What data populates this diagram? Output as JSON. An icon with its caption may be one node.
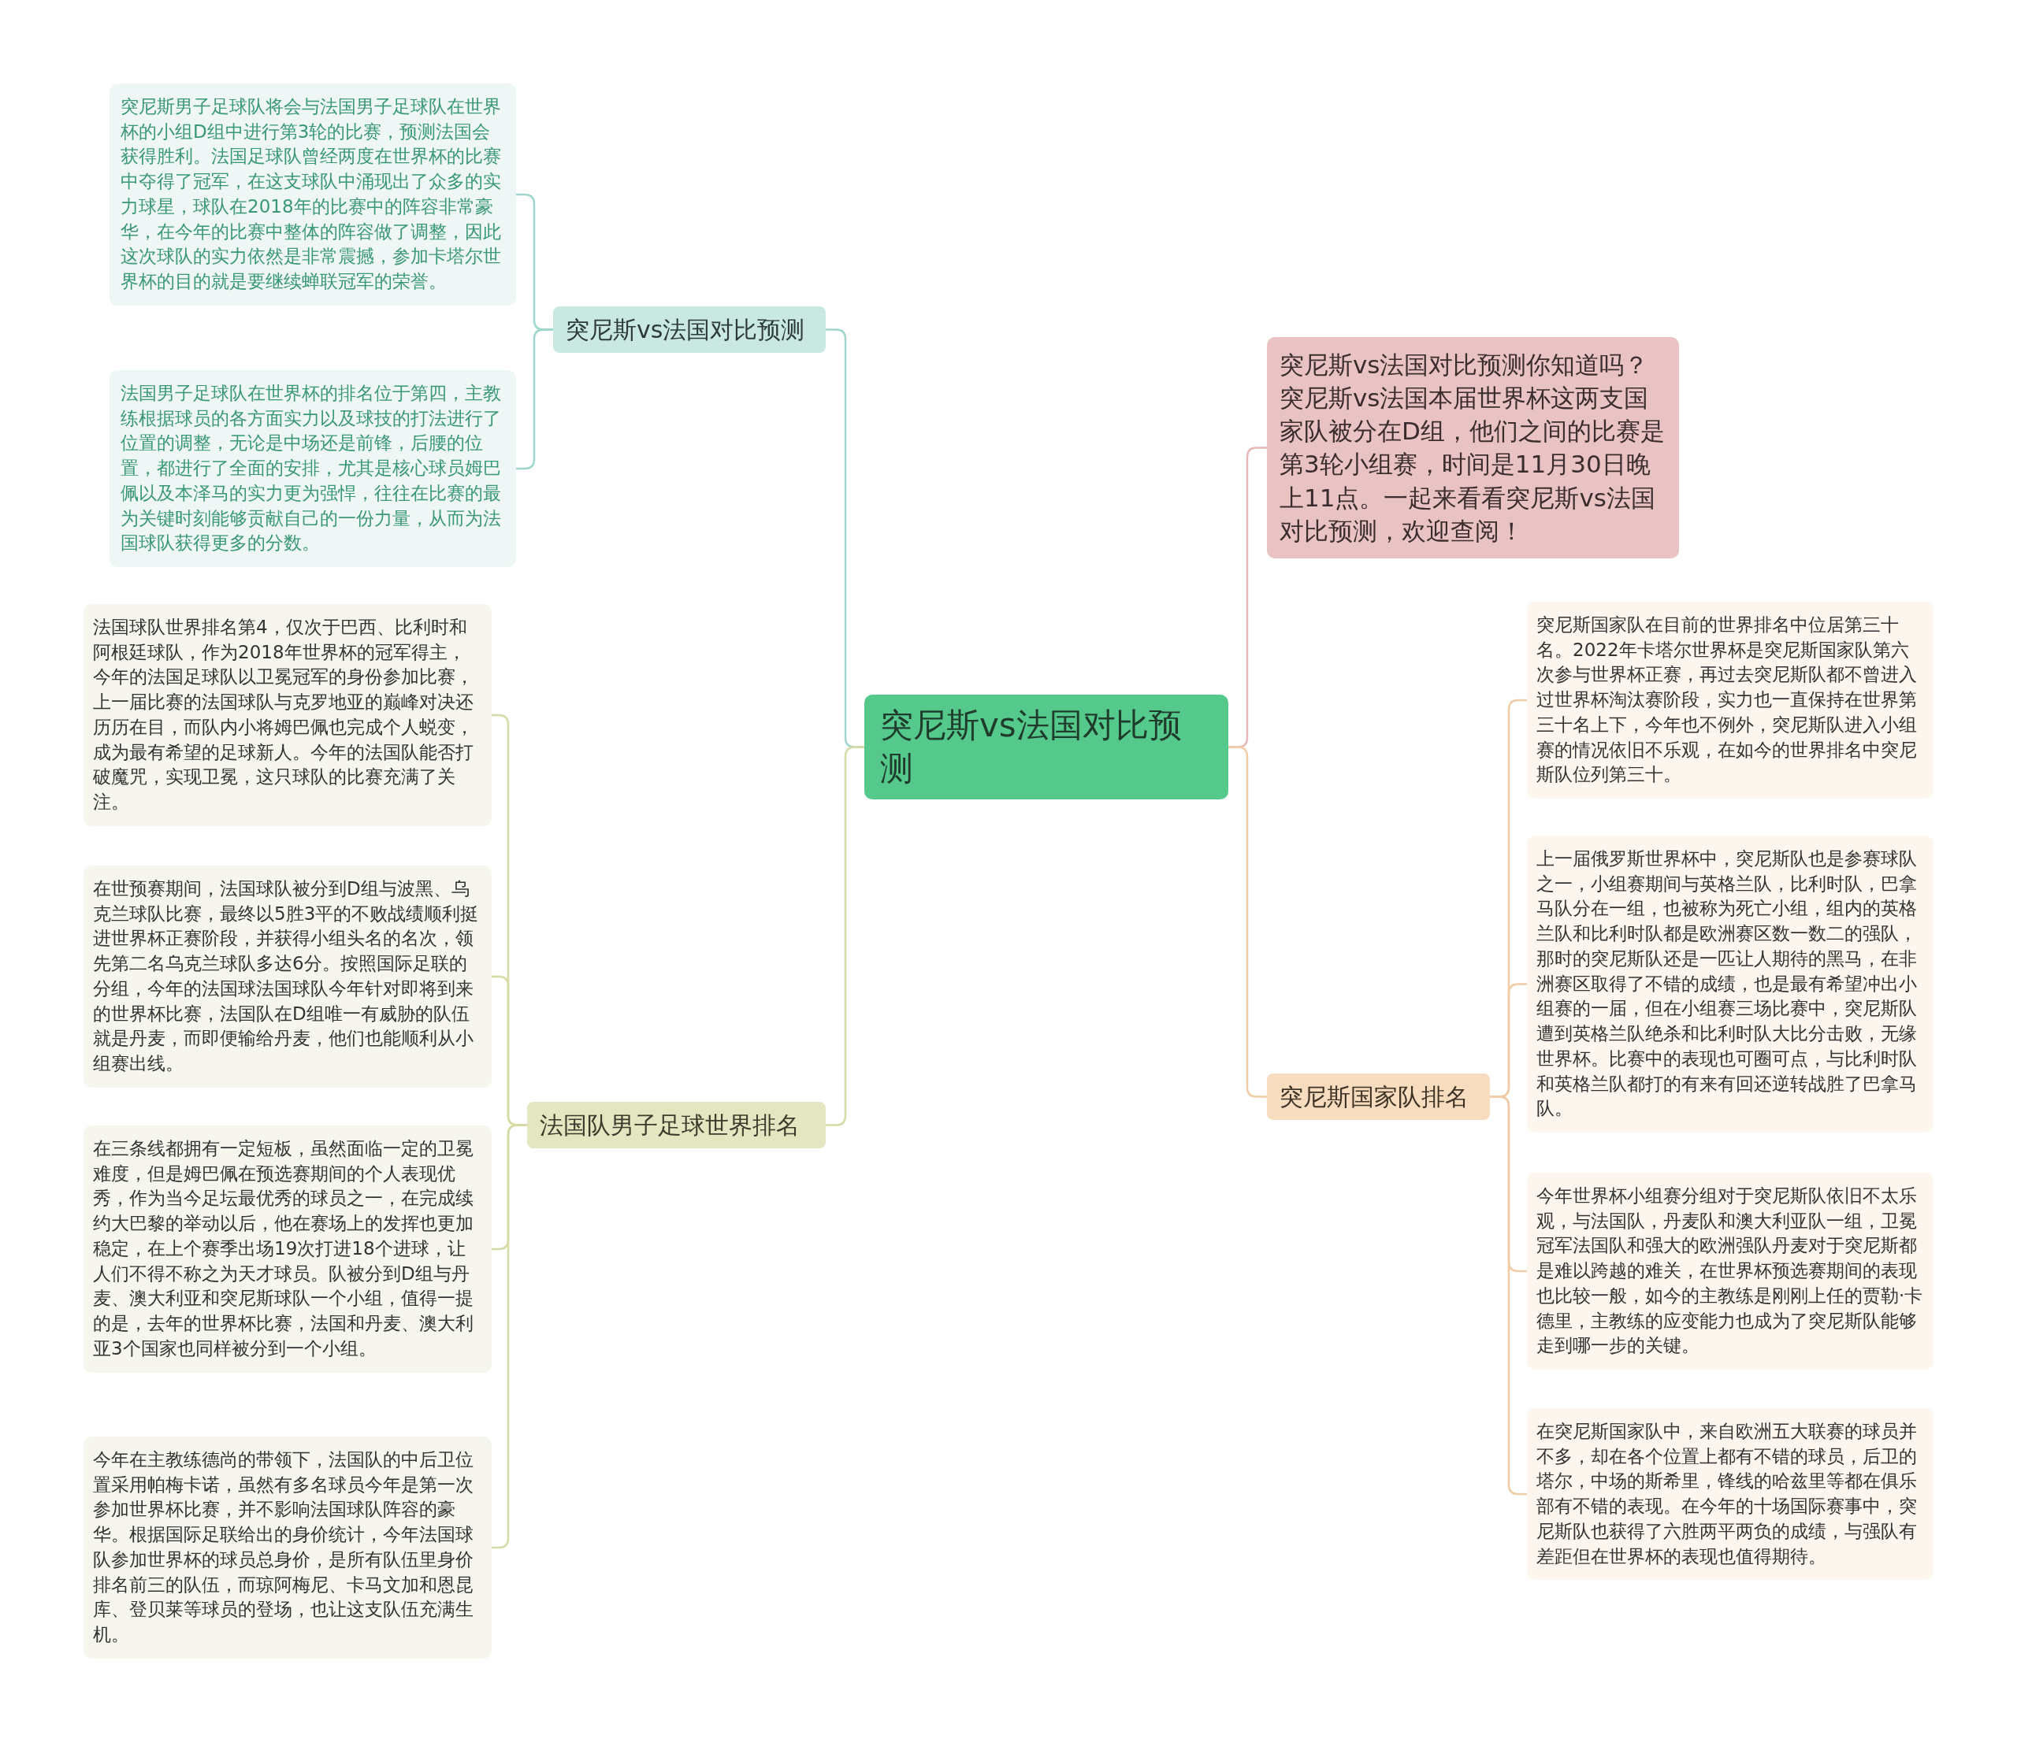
{
  "diagram": {
    "nodes": [
      {
        "text": [
          "突尼斯vs法国对比预测"
        ]
      },
      {
        "text": [
          "突尼斯vs法国对比预测"
        ]
      },
      {
        "text": [
          "突尼斯男子足球队将会与法国男子足球队在世界杯的小组D组中进行第3轮的比赛，预测法国会获得胜利。法国足球队曾经两度在世界杯的比赛中夺得了冠军，在这支球队中涌现出了众多的实力球星，球队在2018年的比赛中的阵容非常豪华，在今年的比赛中整体的阵容做了调整，因此这次球队的实力依然是非常震撼，参加卡塔尔世界杯的目的就是要继续蝉联冠军的荣誉。"
        ]
      },
      {
        "text": [
          "法国男子足球队在世界杯的排名位于第四，主教练根据球员的各方面实力以及球技的打法进行了位置的调整，无论是中场还是前锋，后腰的位置，都进行了全面的安排，尤其是核心球员姆巴佩以及本泽马的实力更为强悍，往往在比赛的最为关键时刻能够贡献自己的一份力量，从而为法国球队获得更多的分数。"
        ]
      },
      {
        "text": [
          "法国队男子足球世界排名"
        ]
      },
      {
        "text": [
          "法国球队世界排名第4，仅次于巴西、比利时和阿根廷球队，作为2018年世界杯的冠军得主，今年的法国足球队以卫冕冠军的身份参加比赛，上一届比赛的法国球队与克罗地亚的巅峰对决还历历在目，而队内小将姆巴佩也完成个人蜕变，成为最有希望的足球新人。今年的法国队能否打破魔咒，实现卫冕，这只球队的比赛充满了关注。"
        ]
      },
      {
        "text": [
          "在世预赛期间，法国球队被分到D组与波黑、乌克兰球队比赛，最终以5胜3平的不败战绩顺利挺进世界杯正赛阶段，并获得小组头名的名次，领先第二名乌克兰球队多达6分。按照国际足联的分组，今年的法国球法国球队今年针对即将到来的世界杯比赛，法国队在D组唯一有威胁的队伍就是丹麦，而即便输给丹麦，他们也能顺利从小组赛出线。"
        ]
      },
      {
        "text": [
          "在三条线都拥有一定短板，虽然面临一定的卫冕难度，但是姆巴佩在预选赛期间的个人表现优秀，作为当今足坛最优秀的球员之一，在完成续约大巴黎的举动以后，他在赛场上的发挥也更加稳定，在上个赛季出场19次打进18个进球，让人们不得不称之为天才球员。队被分到D组与丹麦、澳大利亚和突尼斯球队一个小组，值得一提的是，去年的世界杯比赛，法国和丹麦、澳大利亚3个国家也同样被分到一个小组。"
        ]
      },
      {
        "text": [
          "今年在主教练德尚的带领下，法国队的中后卫位置采用帕梅卡诺，虽然有多名球员今年是第一次参加世界杯比赛，并不影响法国球队阵容的豪华。根据国际足联给出的身价统计，今年法国球队参加世界杯的球员总身价，是所有队伍里身价排名前三的队伍，而琼阿梅尼、卡马文加和恩昆库、登贝莱等球员的登场，也让这支队伍充满生机。"
        ]
      },
      {
        "text": [
          "突尼斯vs法国对比预测你知道吗？突尼斯vs法国本届世界杯这两支国家队被分在D组，他们之间的比赛是第3轮小组赛，时间是11月30日晚上11点。一起来看看突尼斯vs法国对比预测，欢迎查阅！"
        ]
      },
      {
        "text": [
          "突尼斯国家队排名"
        ]
      },
      {
        "text": [
          "突尼斯国家队在目前的世界排名中位居第三十名。2022年卡塔尔世界杯是突尼斯国家队第六次参与世界杯正赛，再过去突尼斯队都不曾进入过世界杯淘汰赛阶段，实力也一直保持在世界第三十名上下，今年也不例外，突尼斯队进入小组赛的情况依旧不乐观，在如今的世界排名中突尼斯队位列第三十。"
        ]
      },
      {
        "text": [
          "上一届俄罗斯世界杯中，突尼斯队也是参赛球队之一，小组赛期间与英格兰队，比利时队，巴拿马队分在一组，也被称为死亡小组，组内的英格兰队和比利时队都是欧洲赛区数一数二的强队，那时的突尼斯队还是一匹让人期待的黑马，在非洲赛区取得了不错的成绩，也是最有希望冲出小组赛的一届，但在小组赛三场比赛中，突尼斯队遭到英格兰队绝杀和比利时队大比分击败，无缘世界杯。比赛中的表现也可圈可点，与比利时队和英格兰队都打的有来有回还逆转战胜了巴拿马队。"
        ]
      },
      {
        "text": [
          "今年世界杯小组赛分组对于突尼斯队依旧不太乐观，与法国队，丹麦队和澳大利亚队一组，卫冕冠军法国队和强大的欧洲强队丹麦对于突尼斯都是难以跨越的难关，在世界杯预选赛期间的表现也比较一般，如今的主教练是刚刚上任的贾勒·卡德里，主教练的应变能力也成为了突尼斯队能够走到哪一步的关键。"
        ]
      },
      {
        "text": [
          "在突尼斯国家队中，来自欧洲五大联赛的球员并不多，却在各个位置上都有不错的球员，后卫的塔尔，中场的斯希里，锋线的哈兹里等都在俱乐部有不错的表现。在今年的十场国际赛事中，突尼斯队也获得了六胜两平两负的成绩，与强队有差距但在世界杯的表现也值得期待。"
        ]
      }
    ],
    "edges": [
      {
        "from": 0,
        "to": 1,
        "arrow": "none",
        "color": "#9fd6cc"
      },
      {
        "from": 1,
        "to": 2,
        "arrow": "none",
        "color": "#9fd6cc"
      },
      {
        "from": 1,
        "to": 3,
        "arrow": "none",
        "color": "#9fd6cc"
      },
      {
        "from": 0,
        "to": 4,
        "arrow": "none",
        "color": "#d6dba6"
      },
      {
        "from": 4,
        "to": 5,
        "arrow": "none",
        "color": "#d6dba6"
      },
      {
        "from": 4,
        "to": 6,
        "arrow": "none",
        "color": "#d6dba6"
      },
      {
        "from": 4,
        "to": 7,
        "arrow": "none",
        "color": "#d6dba6"
      },
      {
        "from": 4,
        "to": 8,
        "arrow": "none",
        "color": "#d6dba6"
      },
      {
        "from": 0,
        "to": 9,
        "arrow": "none",
        "color": "#e6b8b8"
      },
      {
        "from": 0,
        "to": 10,
        "arrow": "none",
        "color": "#f0cca6"
      },
      {
        "from": 10,
        "to": 11,
        "arrow": "none",
        "color": "#f0cca6"
      },
      {
        "from": 10,
        "to": 12,
        "arrow": "none",
        "color": "#f0cca6"
      },
      {
        "from": 10,
        "to": 13,
        "arrow": "none",
        "color": "#f0cca6"
      },
      {
        "from": 10,
        "to": 14,
        "arrow": "none",
        "color": "#f0cca6"
      }
    ]
  }
}
